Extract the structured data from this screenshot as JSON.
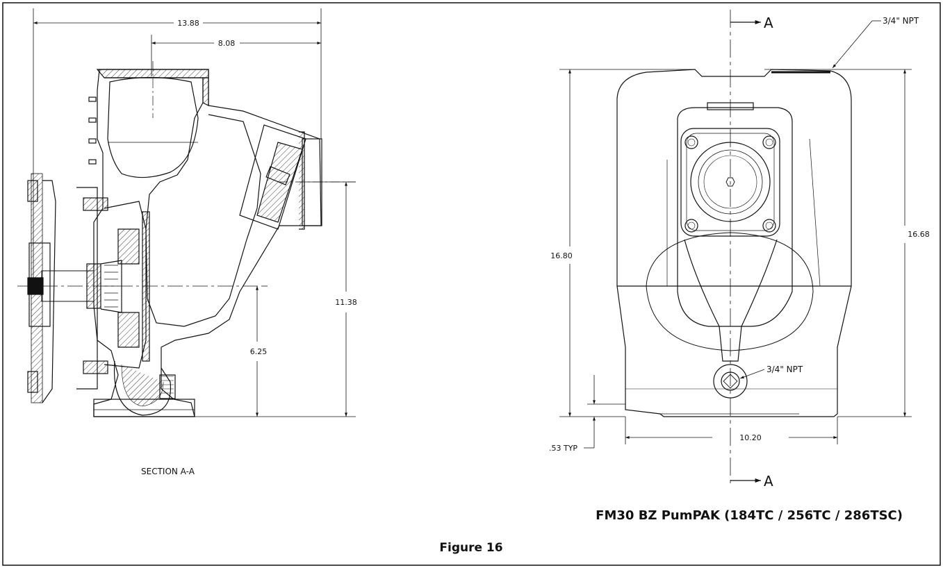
{
  "section_view": {
    "dim_overall_width": "13.88",
    "dim_discharge_width": "8.08",
    "dim_discharge_height": "11.38",
    "dim_shaft_height": "6.25",
    "label": "SECTION A-A"
  },
  "front_view": {
    "section_marker_top": "A",
    "section_marker_bottom": "A",
    "note_top_port": "3/4\" NPT",
    "note_drain_port": "3/4\" NPT",
    "dim_left_height": "16.80",
    "dim_right_height": "16.68",
    "dim_base_width": "10.20",
    "dim_foot": ".53 TYP"
  },
  "subtitle": "FM30 BZ PumPAK (184TC / 256TC / 286TSC)",
  "caption": "Figure 16"
}
